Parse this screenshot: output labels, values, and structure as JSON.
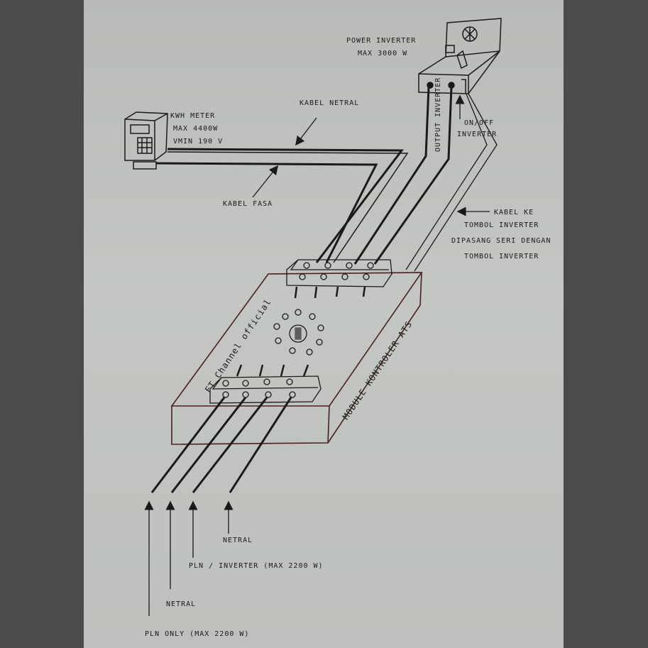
{
  "labels": {
    "power_inverter_line1": "POWER INVERTER",
    "power_inverter_line2": "MAX 3000 W",
    "kwh_line1": "KWH METER",
    "kwh_line2": "MAX 4400W",
    "kwh_line3": "VMIN 190 V",
    "kabel_netral": "KABEL NETRAL",
    "kabel_fasa": "KABEL FASA",
    "output_inverter": "OUTPUT INVERTER",
    "on_off_line1": "ON/OFF",
    "on_off_line2": "INVERTER",
    "kabel_ke_line1": "KABEL KE",
    "kabel_ke_line2": "TOMBOL INVERTER",
    "kabel_ke_line3": "DIPASANG SERI DENGAN",
    "kabel_ke_line4": "TOMBOL INVERTER",
    "ft_channel": "FT Channel official",
    "module": "MODULE KONTROLER ATS",
    "netral_1": "NETRAL",
    "pln_inverter": "PLN / INVERTER (MAX 2200 W)",
    "netral_2": "NETRAL",
    "pln_only": "PLN ONLY (MAX 2200 W)"
  },
  "colors": {
    "ink": "#1a1a1a",
    "paper": "#bfc2be",
    "module_outline": "#4a2020"
  },
  "icons": {
    "fan": "fan-icon",
    "keypad": "keypad-icon"
  }
}
